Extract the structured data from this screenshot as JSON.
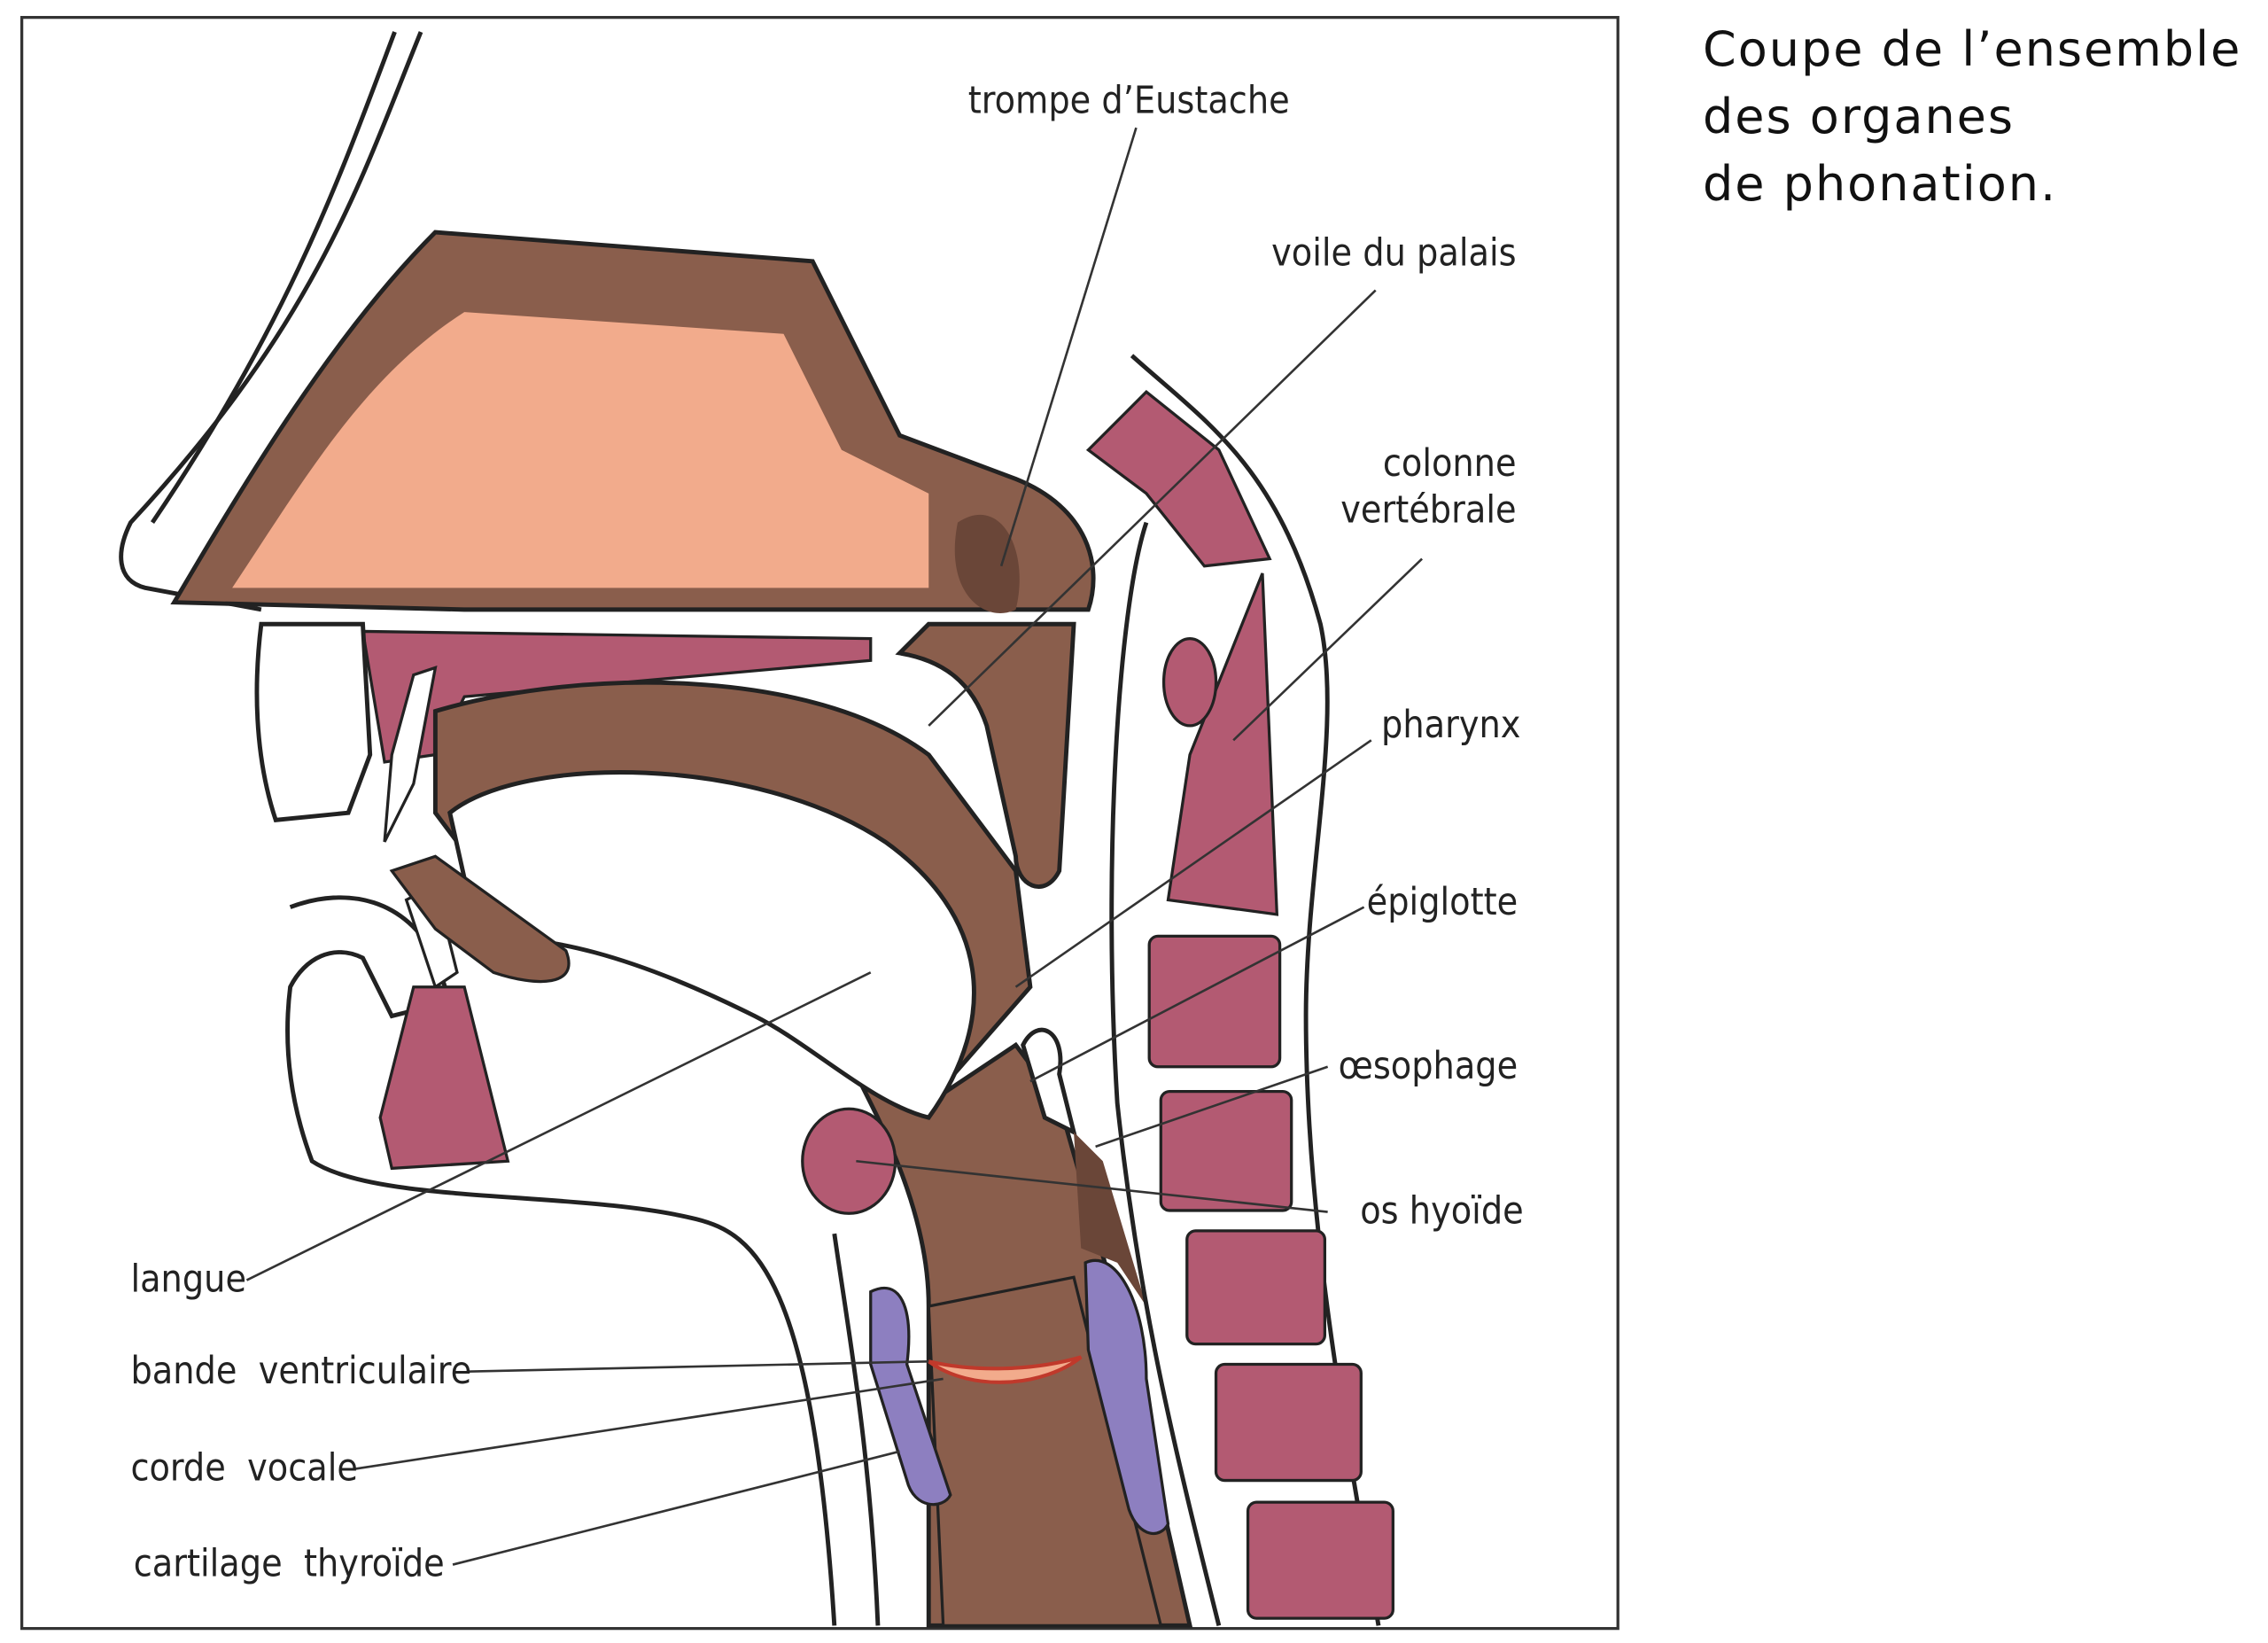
{
  "caption": [
    "Coupe de l’ensemble",
    "des organes",
    "de phonation."
  ],
  "labels": {
    "trompe": "trompe d’Eustache",
    "voile": "voile du palais",
    "colonne_1": "colonne",
    "colonne_2": "vertébrale",
    "pharynx": "pharynx",
    "epiglotte": "épiglotte",
    "oesophage": "œsophage",
    "hyoide": "os hyoïde",
    "langue": "langue",
    "bande": "bande  ventriculaire",
    "corde": "corde  vocale",
    "cartilage": "cartilage  thyroïde"
  },
  "colors": {
    "nasal": "#f2ab8c",
    "tissue": "#8a5e4c",
    "bone": "#b35a72",
    "cartilage": "#8d7fc0",
    "outline": "#222222"
  }
}
